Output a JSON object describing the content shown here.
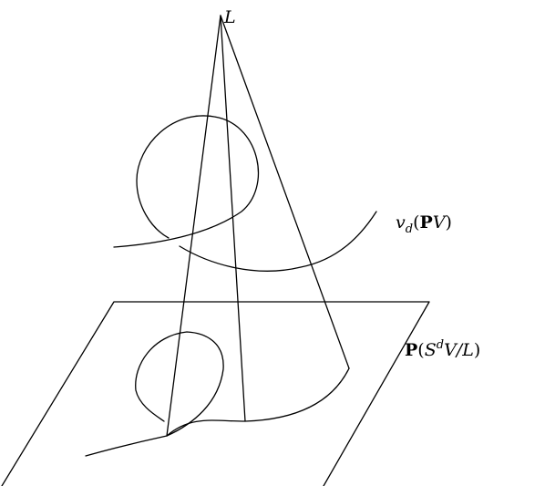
{
  "labels": {
    "apex": "L",
    "veronese": {
      "v": "v",
      "sub": "d",
      "open": "(",
      "P": "P",
      "V": "V",
      "close": ")"
    },
    "projection": {
      "P": "P",
      "open": "(",
      "S": "S",
      "sup": "d",
      "rest": "V/L",
      "close": ")"
    }
  }
}
